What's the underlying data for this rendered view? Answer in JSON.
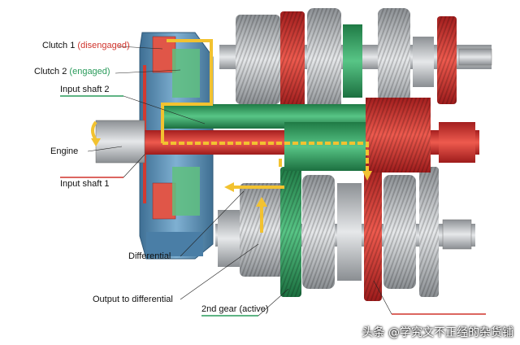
{
  "labels": {
    "clutch1_name": "Clutch 1",
    "clutch1_state": "(disengaged)",
    "clutch2_name": "Clutch 2",
    "clutch2_state": "(engaged)",
    "input_shaft_2": "Input shaft 2",
    "engine": "Engine",
    "input_shaft_1": "Input shaft 1",
    "differential": "Differential",
    "output_to_differential": "Output to differential",
    "second_gear": "2nd gear (active)"
  },
  "watermark": "头条 @学究文不正经的杂货铺",
  "colors": {
    "clutch1_red": "#d0342c",
    "clutch2_green": "#2a9b5b",
    "power_flow_yellow": "#f2c230",
    "housing_blue": "#5b8fb5",
    "gear_grey": "#b8bcc0"
  }
}
